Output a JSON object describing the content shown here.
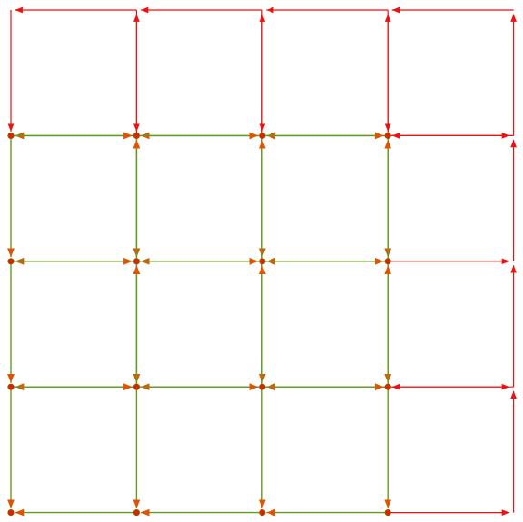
{
  "graph": {
    "rows": 5,
    "cols": 5,
    "colors": {
      "background": "#ffffff",
      "red_edge": "#ee1111",
      "green_edge": "#669922",
      "node_fill": "#dd2200",
      "node_stroke": "#886600"
    },
    "nodes": [
      {
        "r": 0,
        "c": 0,
        "dot": false
      },
      {
        "r": 0,
        "c": 1,
        "dot": false
      },
      {
        "r": 0,
        "c": 2,
        "dot": false
      },
      {
        "r": 0,
        "c": 3,
        "dot": false
      },
      {
        "r": 0,
        "c": 4,
        "dot": false
      },
      {
        "r": 1,
        "c": 0,
        "dot": true
      },
      {
        "r": 1,
        "c": 1,
        "dot": true
      },
      {
        "r": 1,
        "c": 2,
        "dot": true
      },
      {
        "r": 1,
        "c": 3,
        "dot": true
      },
      {
        "r": 1,
        "c": 4,
        "dot": false
      },
      {
        "r": 2,
        "c": 0,
        "dot": true
      },
      {
        "r": 2,
        "c": 1,
        "dot": true
      },
      {
        "r": 2,
        "c": 2,
        "dot": true
      },
      {
        "r": 2,
        "c": 3,
        "dot": true
      },
      {
        "r": 2,
        "c": 4,
        "dot": false
      },
      {
        "r": 3,
        "c": 0,
        "dot": true
      },
      {
        "r": 3,
        "c": 1,
        "dot": true
      },
      {
        "r": 3,
        "c": 2,
        "dot": true
      },
      {
        "r": 3,
        "c": 3,
        "dot": true
      },
      {
        "r": 3,
        "c": 4,
        "dot": false
      },
      {
        "r": 4,
        "c": 0,
        "dot": true
      },
      {
        "r": 4,
        "c": 1,
        "dot": true
      },
      {
        "r": 4,
        "c": 2,
        "dot": true
      },
      {
        "r": 4,
        "c": 3,
        "dot": true
      },
      {
        "r": 4,
        "c": 4,
        "dot": false
      }
    ],
    "edges": [
      {
        "from": [
          0,
          1
        ],
        "to": [
          0,
          0
        ],
        "color": "red"
      },
      {
        "from": [
          0,
          2
        ],
        "to": [
          0,
          1
        ],
        "color": "red"
      },
      {
        "from": [
          0,
          3
        ],
        "to": [
          0,
          2
        ],
        "color": "red"
      },
      {
        "from": [
          0,
          4
        ],
        "to": [
          0,
          3
        ],
        "color": "red"
      },
      {
        "from": [
          0,
          0
        ],
        "to": [
          1,
          0
        ],
        "color": "red"
      },
      {
        "from": [
          0,
          1
        ],
        "to": [
          1,
          1
        ],
        "color": "red"
      },
      {
        "from": [
          1,
          1
        ],
        "to": [
          0,
          1
        ],
        "color": "red"
      },
      {
        "from": [
          0,
          2
        ],
        "to": [
          1,
          2
        ],
        "color": "red"
      },
      {
        "from": [
          1,
          2
        ],
        "to": [
          0,
          2
        ],
        "color": "red"
      },
      {
        "from": [
          0,
          3
        ],
        "to": [
          1,
          3
        ],
        "color": "red"
      },
      {
        "from": [
          1,
          3
        ],
        "to": [
          0,
          3
        ],
        "color": "red"
      },
      {
        "from": [
          1,
          4
        ],
        "to": [
          0,
          4
        ],
        "color": "red"
      },
      {
        "from": [
          1,
          3
        ],
        "to": [
          1,
          4
        ],
        "color": "red"
      },
      {
        "from": [
          1,
          4
        ],
        "to": [
          1,
          3
        ],
        "color": "red"
      },
      {
        "from": [
          2,
          4
        ],
        "to": [
          1,
          4
        ],
        "color": "red"
      },
      {
        "from": [
          2,
          3
        ],
        "to": [
          2,
          4
        ],
        "color": "red"
      },
      {
        "from": [
          3,
          4
        ],
        "to": [
          2,
          4
        ],
        "color": "red"
      },
      {
        "from": [
          3,
          3
        ],
        "to": [
          3,
          4
        ],
        "color": "red"
      },
      {
        "from": [
          3,
          4
        ],
        "to": [
          3,
          3
        ],
        "color": "red"
      },
      {
        "from": [
          4,
          4
        ],
        "to": [
          3,
          4
        ],
        "color": "red"
      },
      {
        "from": [
          4,
          3
        ],
        "to": [
          4,
          4
        ],
        "color": "red"
      },
      {
        "from": [
          1,
          1
        ],
        "to": [
          1,
          0
        ],
        "color": "green"
      },
      {
        "from": [
          1,
          0
        ],
        "to": [
          1,
          1
        ],
        "color": "green"
      },
      {
        "from": [
          1,
          2
        ],
        "to": [
          1,
          1
        ],
        "color": "green"
      },
      {
        "from": [
          1,
          1
        ],
        "to": [
          1,
          2
        ],
        "color": "green"
      },
      {
        "from": [
          1,
          3
        ],
        "to": [
          1,
          2
        ],
        "color": "green"
      },
      {
        "from": [
          1,
          2
        ],
        "to": [
          1,
          3
        ],
        "color": "green"
      },
      {
        "from": [
          2,
          1
        ],
        "to": [
          2,
          0
        ],
        "color": "green"
      },
      {
        "from": [
          2,
          0
        ],
        "to": [
          2,
          1
        ],
        "color": "green"
      },
      {
        "from": [
          2,
          2
        ],
        "to": [
          2,
          1
        ],
        "color": "green"
      },
      {
        "from": [
          2,
          1
        ],
        "to": [
          2,
          2
        ],
        "color": "green"
      },
      {
        "from": [
          2,
          3
        ],
        "to": [
          2,
          2
        ],
        "color": "green"
      },
      {
        "from": [
          2,
          2
        ],
        "to": [
          2,
          3
        ],
        "color": "green"
      },
      {
        "from": [
          3,
          1
        ],
        "to": [
          3,
          0
        ],
        "color": "green"
      },
      {
        "from": [
          3,
          0
        ],
        "to": [
          3,
          1
        ],
        "color": "green"
      },
      {
        "from": [
          3,
          2
        ],
        "to": [
          3,
          1
        ],
        "color": "green"
      },
      {
        "from": [
          3,
          1
        ],
        "to": [
          3,
          2
        ],
        "color": "green"
      },
      {
        "from": [
          3,
          3
        ],
        "to": [
          3,
          2
        ],
        "color": "green"
      },
      {
        "from": [
          3,
          2
        ],
        "to": [
          3,
          3
        ],
        "color": "green"
      },
      {
        "from": [
          4,
          1
        ],
        "to": [
          4,
          0
        ],
        "color": "green"
      },
      {
        "from": [
          4,
          2
        ],
        "to": [
          4,
          1
        ],
        "color": "green"
      },
      {
        "from": [
          4,
          3
        ],
        "to": [
          4,
          2
        ],
        "color": "green"
      },
      {
        "from": [
          1,
          0
        ],
        "to": [
          2,
          0
        ],
        "color": "green"
      },
      {
        "from": [
          2,
          0
        ],
        "to": [
          3,
          0
        ],
        "color": "green"
      },
      {
        "from": [
          3,
          0
        ],
        "to": [
          4,
          0
        ],
        "color": "green"
      },
      {
        "from": [
          1,
          1
        ],
        "to": [
          2,
          1
        ],
        "color": "green"
      },
      {
        "from": [
          2,
          1
        ],
        "to": [
          1,
          1
        ],
        "color": "green"
      },
      {
        "from": [
          2,
          1
        ],
        "to": [
          3,
          1
        ],
        "color": "green"
      },
      {
        "from": [
          3,
          1
        ],
        "to": [
          2,
          1
        ],
        "color": "green"
      },
      {
        "from": [
          3,
          1
        ],
        "to": [
          4,
          1
        ],
        "color": "green"
      },
      {
        "from": [
          1,
          2
        ],
        "to": [
          2,
          2
        ],
        "color": "green"
      },
      {
        "from": [
          2,
          2
        ],
        "to": [
          1,
          2
        ],
        "color": "green"
      },
      {
        "from": [
          2,
          2
        ],
        "to": [
          3,
          2
        ],
        "color": "green"
      },
      {
        "from": [
          3,
          2
        ],
        "to": [
          2,
          2
        ],
        "color": "green"
      },
      {
        "from": [
          3,
          2
        ],
        "to": [
          4,
          2
        ],
        "color": "green"
      },
      {
        "from": [
          1,
          3
        ],
        "to": [
          2,
          3
        ],
        "color": "green"
      },
      {
        "from": [
          2,
          3
        ],
        "to": [
          1,
          3
        ],
        "color": "green"
      },
      {
        "from": [
          2,
          3
        ],
        "to": [
          3,
          3
        ],
        "color": "green"
      },
      {
        "from": [
          3,
          3
        ],
        "to": [
          2,
          3
        ],
        "color": "green"
      },
      {
        "from": [
          3,
          3
        ],
        "to": [
          4,
          3
        ],
        "color": "green"
      }
    ]
  }
}
